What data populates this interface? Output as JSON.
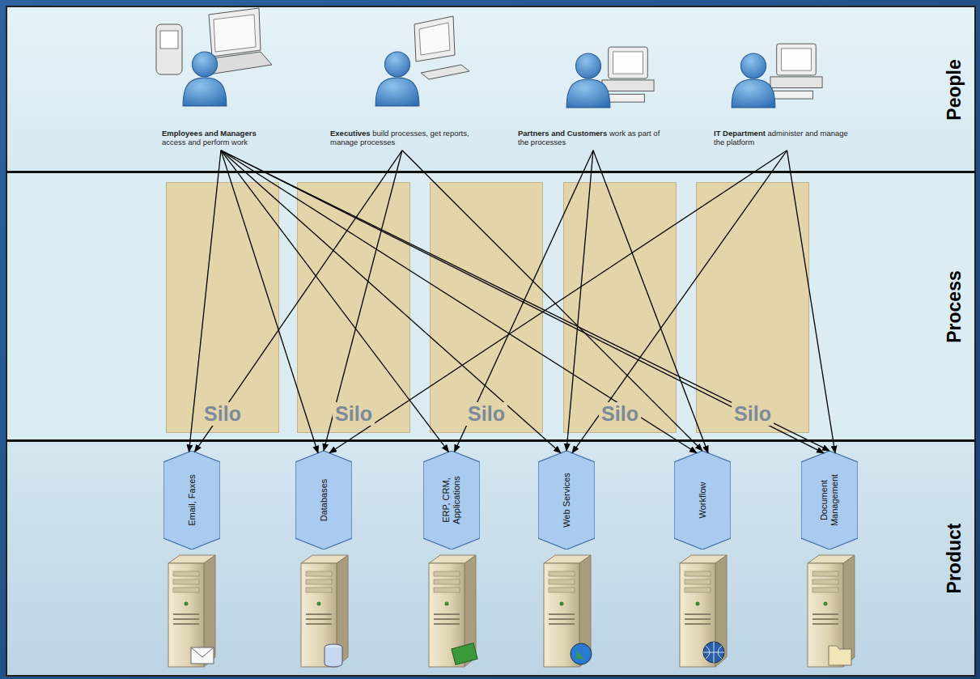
{
  "diagram": {
    "nodes": [
      {
        "text": [
          "People"
        ]
      },
      {
        "text": [
          "Process"
        ]
      },
      {
        "text": [
          "Product"
        ]
      },
      {
        "text": [
          "Employees and Managers",
          "access and perform work"
        ],
        "in": 0
      },
      {
        "text": [
          "Executives",
          "build processes, get reports, manage processes"
        ],
        "in": 0
      },
      {
        "text": [
          "Partners and Customers",
          "work as part of the processes"
        ],
        "in": 0
      },
      {
        "text": [
          "IT Department",
          "administer and manage the platform"
        ],
        "in": 0
      },
      {
        "text": [
          "Silo"
        ],
        "in": 1
      },
      {
        "text": [
          "Silo"
        ],
        "in": 1
      },
      {
        "text": [
          "Silo"
        ],
        "in": 1
      },
      {
        "text": [
          "Silo"
        ],
        "in": 1
      },
      {
        "text": [
          "Silo"
        ],
        "in": 1
      },
      {
        "text": [
          "Email, Faxes"
        ],
        "in": 2
      },
      {
        "text": [
          "Databases"
        ],
        "in": 2
      },
      {
        "text": [
          "ERP, CRM, Applications"
        ],
        "in": 2
      },
      {
        "text": [
          "Web Services"
        ],
        "in": 2
      },
      {
        "text": [
          "Workflow"
        ],
        "in": 2
      },
      {
        "text": [
          "Document Management"
        ],
        "in": 2
      }
    ],
    "edges": [
      {
        "from": 3,
        "to": 12,
        "arrow": "to"
      },
      {
        "from": 3,
        "to": 13,
        "arrow": "to"
      },
      {
        "from": 3,
        "to": 14,
        "arrow": "to"
      },
      {
        "from": 3,
        "to": 15,
        "arrow": "to"
      },
      {
        "from": 3,
        "to": 16,
        "arrow": "to"
      },
      {
        "from": 3,
        "to": 17,
        "arrow": "to"
      },
      {
        "from": 3,
        "to": 17,
        "arrow": "to"
      },
      {
        "from": 4,
        "to": 12,
        "arrow": "to"
      },
      {
        "from": 4,
        "to": 13,
        "arrow": "to"
      },
      {
        "from": 4,
        "to": 16,
        "arrow": "to"
      },
      {
        "from": 5,
        "to": 14,
        "arrow": "to"
      },
      {
        "from": 5,
        "to": 15,
        "arrow": "to"
      },
      {
        "from": 5,
        "to": 16,
        "arrow": "to"
      },
      {
        "from": 6,
        "to": 13,
        "arrow": "to"
      },
      {
        "from": 6,
        "to": 15,
        "arrow": "to"
      },
      {
        "from": 6,
        "to": 17,
        "arrow": "to"
      }
    ]
  }
}
